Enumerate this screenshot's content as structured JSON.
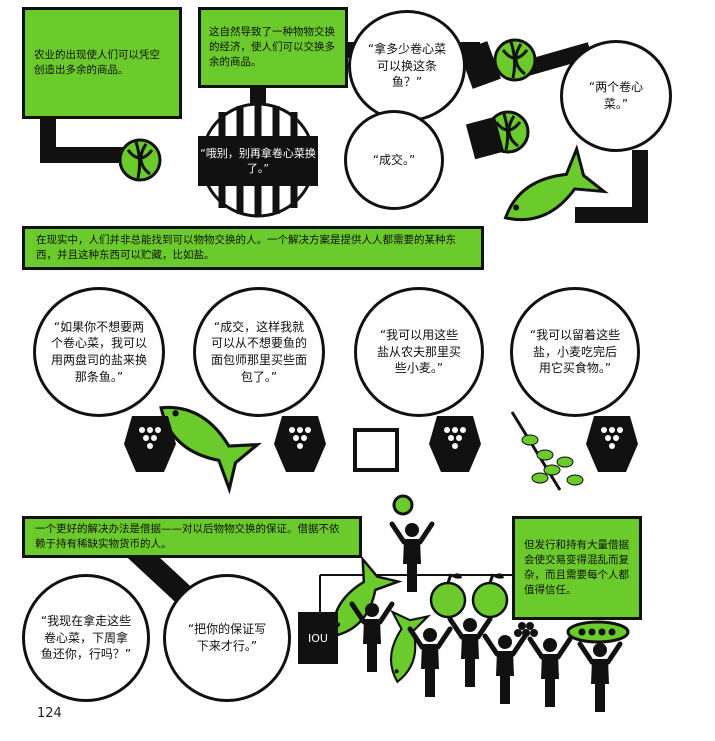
{
  "colors": {
    "green": "#6ccb2c",
    "black": "#111111",
    "white": "#ffffff"
  },
  "page_number": "124",
  "captions": {
    "agriculture": "农业的出现使人们可以凭空创造出多余的商品。",
    "barter_economy": "这自然导致了一种物物交换的经济，使人们可以交换多余的商品。",
    "salt": "在现实中，人们并非总能找到可以物物交换的人。一个解决方案是提供人人都需要的某种东西，并且这种东西可以贮藏，比如盐。",
    "credit": "一个更好的解决办法是借据——对以后物物交换的保证。借据不依赖于持有稀缺实物货币的人。",
    "trust": "但发行和持有大量借据会使交易变得混乱而复杂，而且需要每个人都值得信任。"
  },
  "bubbles": {
    "no_cabbage": "“哦别，别再拿卷心菜换了。”",
    "how_many": "“拿多少卷心菜可以换这条鱼？”",
    "two_cabbages": "“两个卷心菜。”",
    "deal": "“成交。”",
    "salt_offer": "“如果你不想要两个卷心菜，我可以用两盘司的盐来换那条鱼。”",
    "deal_baker": "“成交，这样我就可以从不想要鱼的面包师那里买些面包了。”",
    "buy_wheat": "“我可以用这些盐从农夫那里买些小麦。”",
    "keep_salt": "“我可以留着这些盐，小麦吃完后用它买食物。”",
    "take_now": "“我现在拿走这些卷心菜，下周拿鱼还你，行吗？”",
    "write_it": "“把你的保证写下来才行。”"
  },
  "iou_label": "IOU",
  "icons": [
    "cabbage-icon",
    "fish-icon",
    "hand-icon",
    "salt-icon",
    "bread-icon",
    "wheat-icon",
    "apple-icon",
    "peas-icon",
    "person-icon"
  ]
}
